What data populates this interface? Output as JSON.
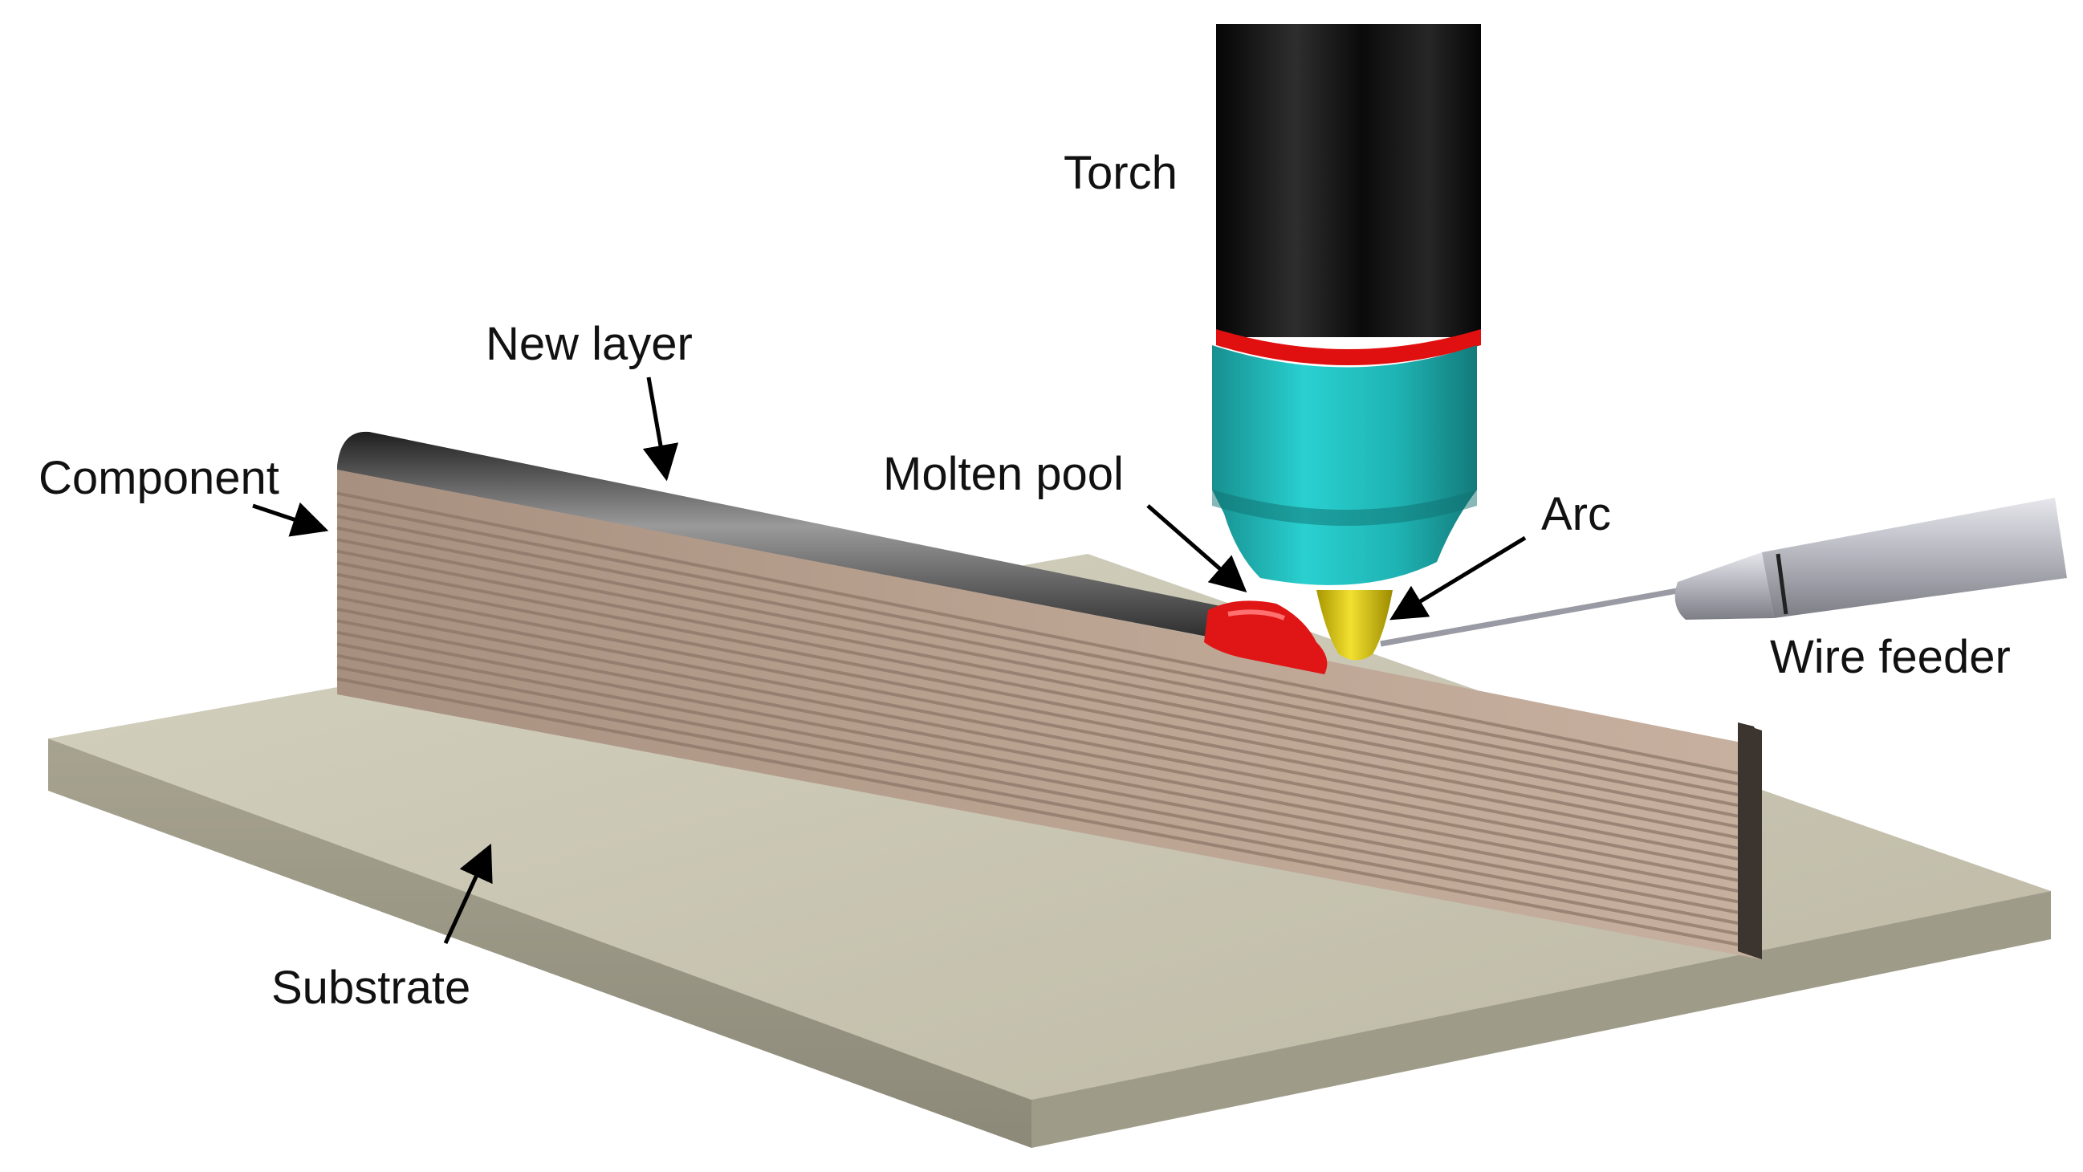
{
  "labels": {
    "torch": "Torch",
    "new_layer": "New layer",
    "component": "Component",
    "molten_pool": "Molten pool",
    "arc": "Arc",
    "wire_feeder": "Wire feeder",
    "substrate": "Substrate"
  },
  "colors": {
    "substrate_top": "#c9c6b2",
    "substrate_side": "#8f8c7c",
    "component_wall": "#b39b88",
    "component_ridge": "#8a7465",
    "new_layer": "#3a3a3a",
    "torch_body": "#121212",
    "torch_ring": "#e01010",
    "nozzle": "#1fb3b3",
    "contact_tip": "#d9c400",
    "molten_pool": "#e01515",
    "wire_feeder": "#b8b8c0",
    "arrow": "#000000"
  }
}
